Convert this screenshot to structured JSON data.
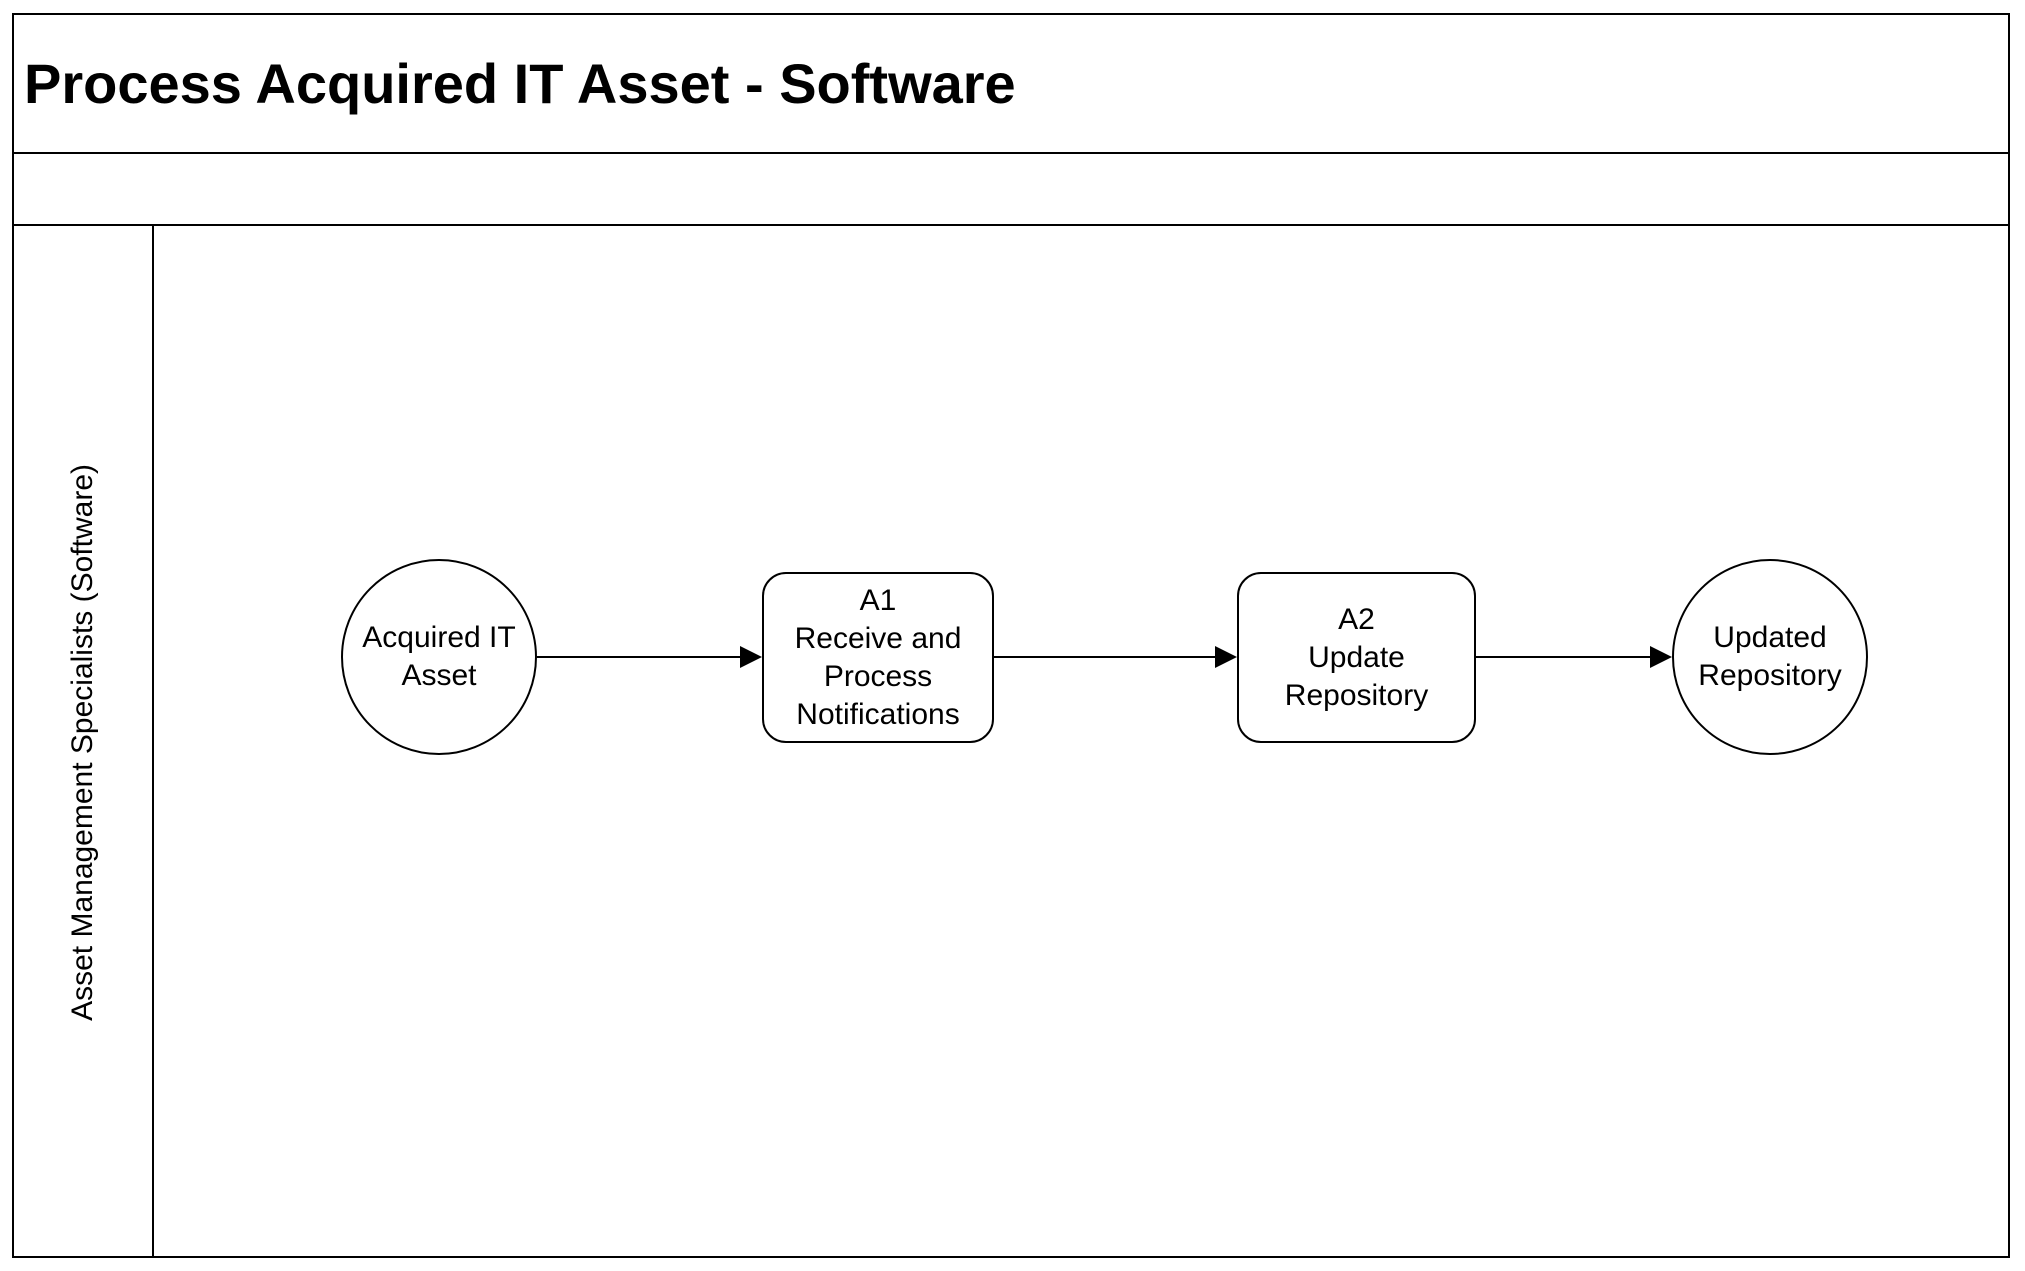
{
  "header": {
    "title": "Process Acquired IT Asset - Software"
  },
  "lane": {
    "label": "Asset Management Specialists (Software)"
  },
  "diagram": {
    "nodes": [
      {
        "id": "start",
        "type": "event",
        "shape": "circle",
        "label": "Acquired IT\nAsset"
      },
      {
        "id": "A1",
        "type": "activity",
        "shape": "rounded-rect",
        "label": "A1\nReceive and\nProcess\nNotifications"
      },
      {
        "id": "A2",
        "type": "activity",
        "shape": "rounded-rect",
        "label": "A2\nUpdate\nRepository"
      },
      {
        "id": "end",
        "type": "event",
        "shape": "circle",
        "label": "Updated\nRepository"
      }
    ],
    "connectors": [
      {
        "from": "start",
        "to": "A1"
      },
      {
        "from": "A1",
        "to": "A2"
      },
      {
        "from": "A2",
        "to": "end"
      }
    ]
  },
  "colors": {
    "line": "#000000",
    "background": "#ffffff",
    "text": "#000000"
  }
}
